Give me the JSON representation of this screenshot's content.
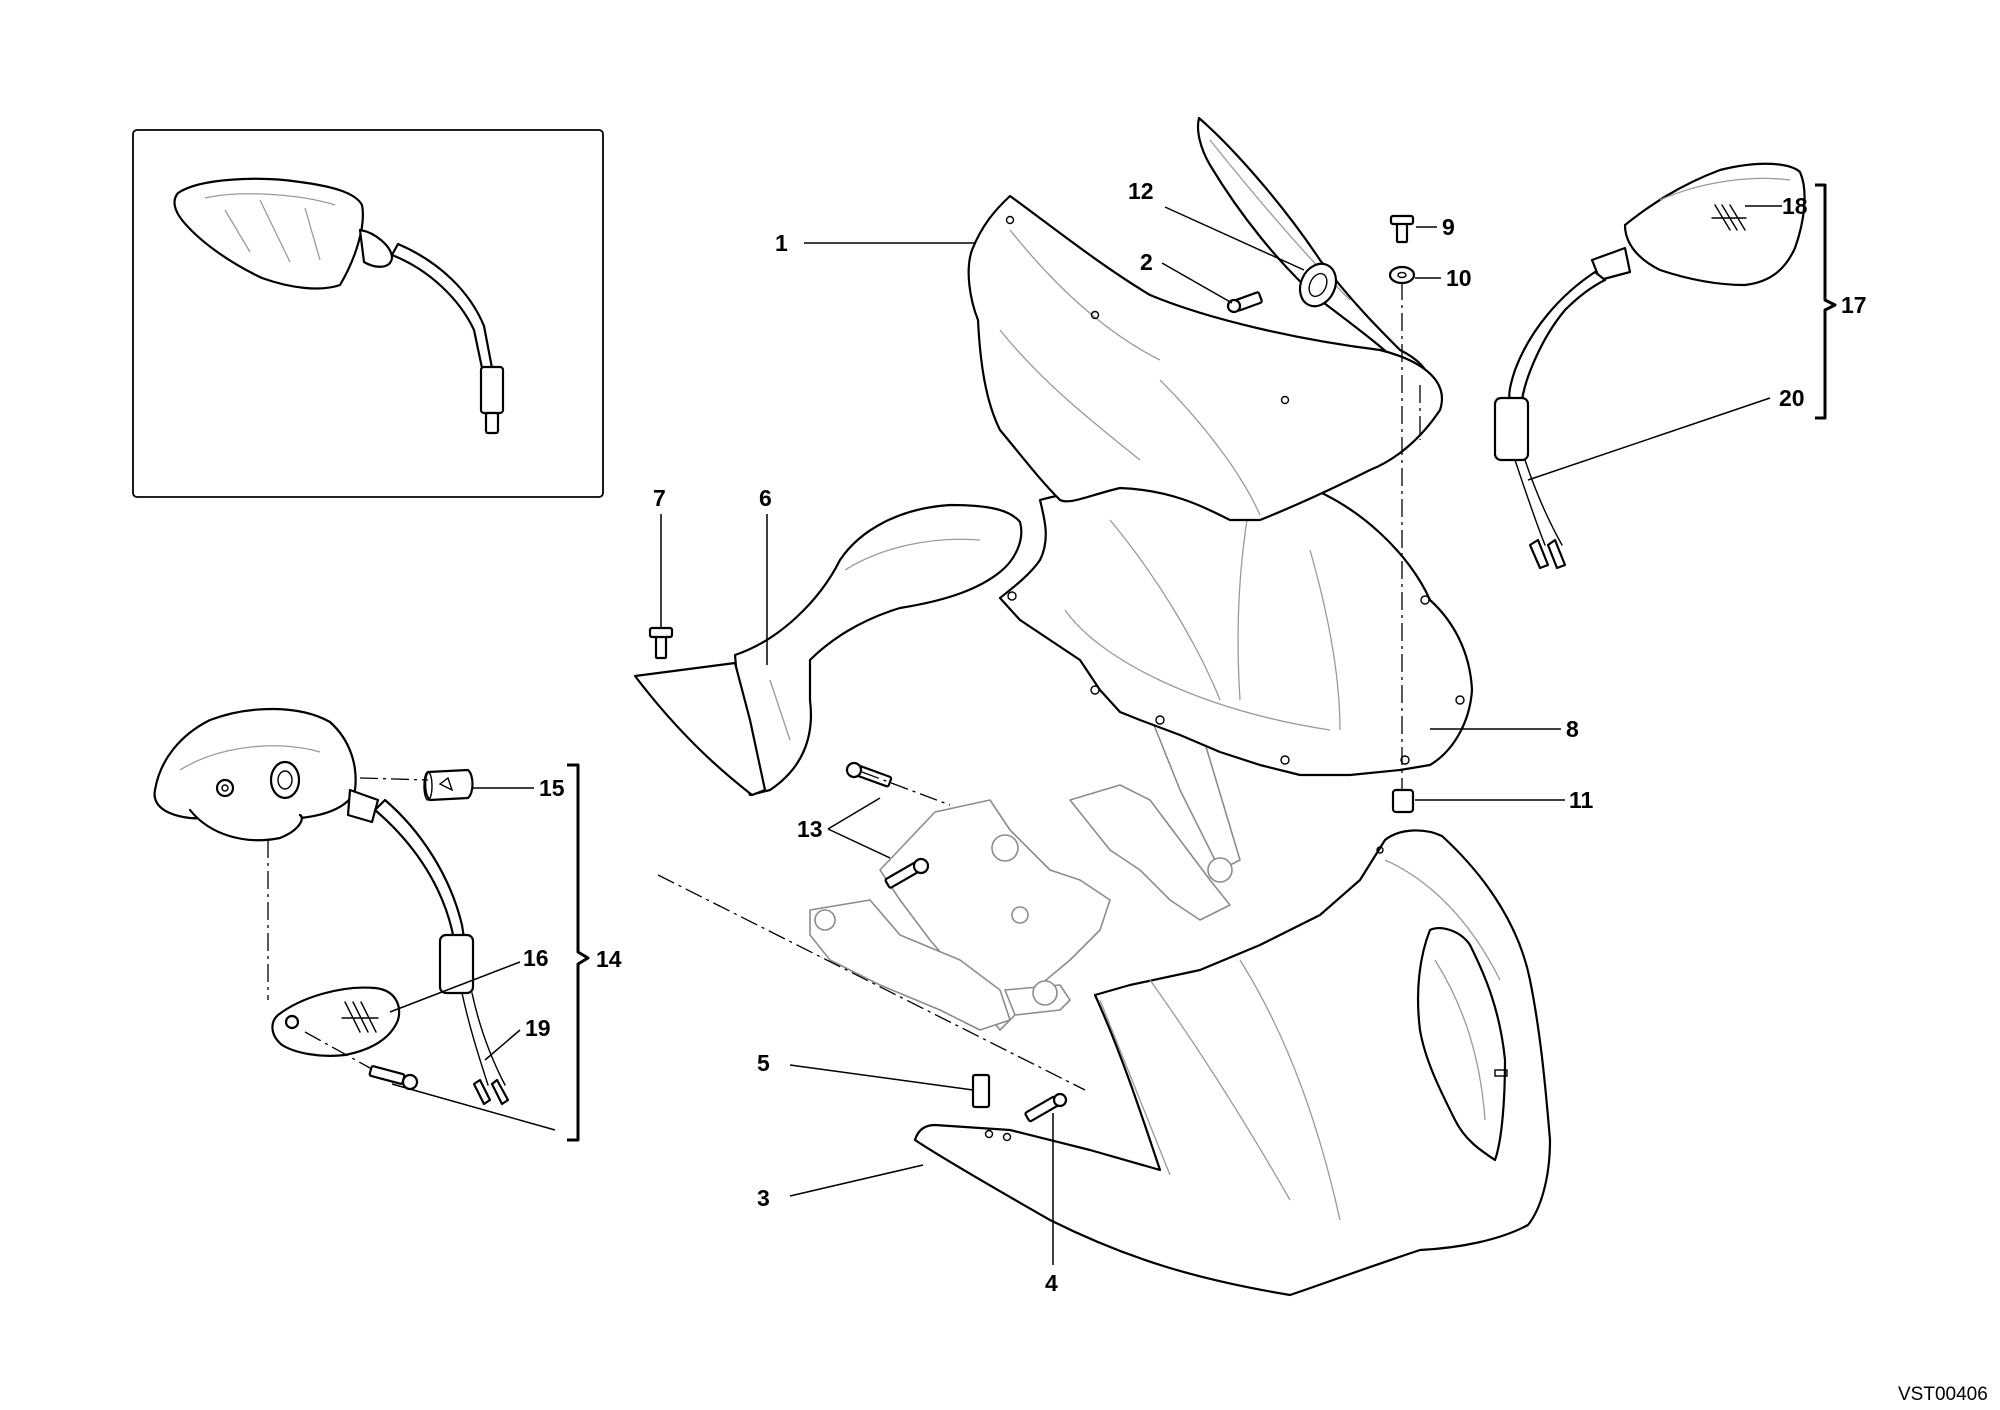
{
  "drawing_code": "VST00406",
  "callouts": {
    "c1": "1",
    "c2": "2",
    "c3": "3",
    "c4": "4",
    "c5": "5",
    "c6": "6",
    "c7": "7",
    "c8": "8",
    "c9": "9",
    "c10": "10",
    "c11": "11",
    "c12": "12",
    "c13": "13",
    "c14": "14",
    "c15": "15",
    "c16": "16",
    "c17": "17",
    "c18": "18",
    "c19": "19",
    "c20": "20"
  }
}
